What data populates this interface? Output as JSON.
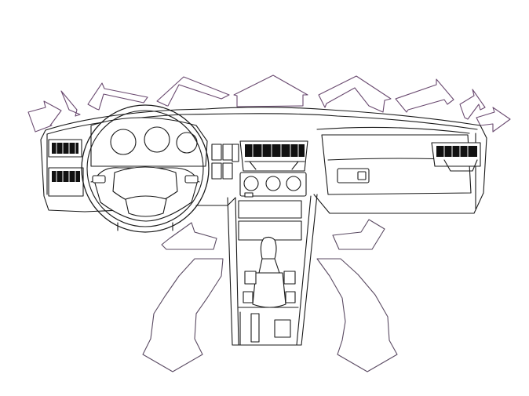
{
  "figure": {
    "subject": "car-dashboard-airflow-line-drawing",
    "colors": {
      "line": "#1a1a1a",
      "vent_grille": "#111111",
      "arrow_outline_upper": "#6a4a70",
      "arrow_outline_lower": "#5a4a62",
      "background": "#ffffff"
    },
    "icons": [
      "airflow-arrow-icon",
      "steering-wheel-icon",
      "gauge-icon",
      "gear-shifter-icon"
    ],
    "airflow": {
      "upper_arrow_count": 9,
      "lower_arrow_count": 4
    }
  }
}
